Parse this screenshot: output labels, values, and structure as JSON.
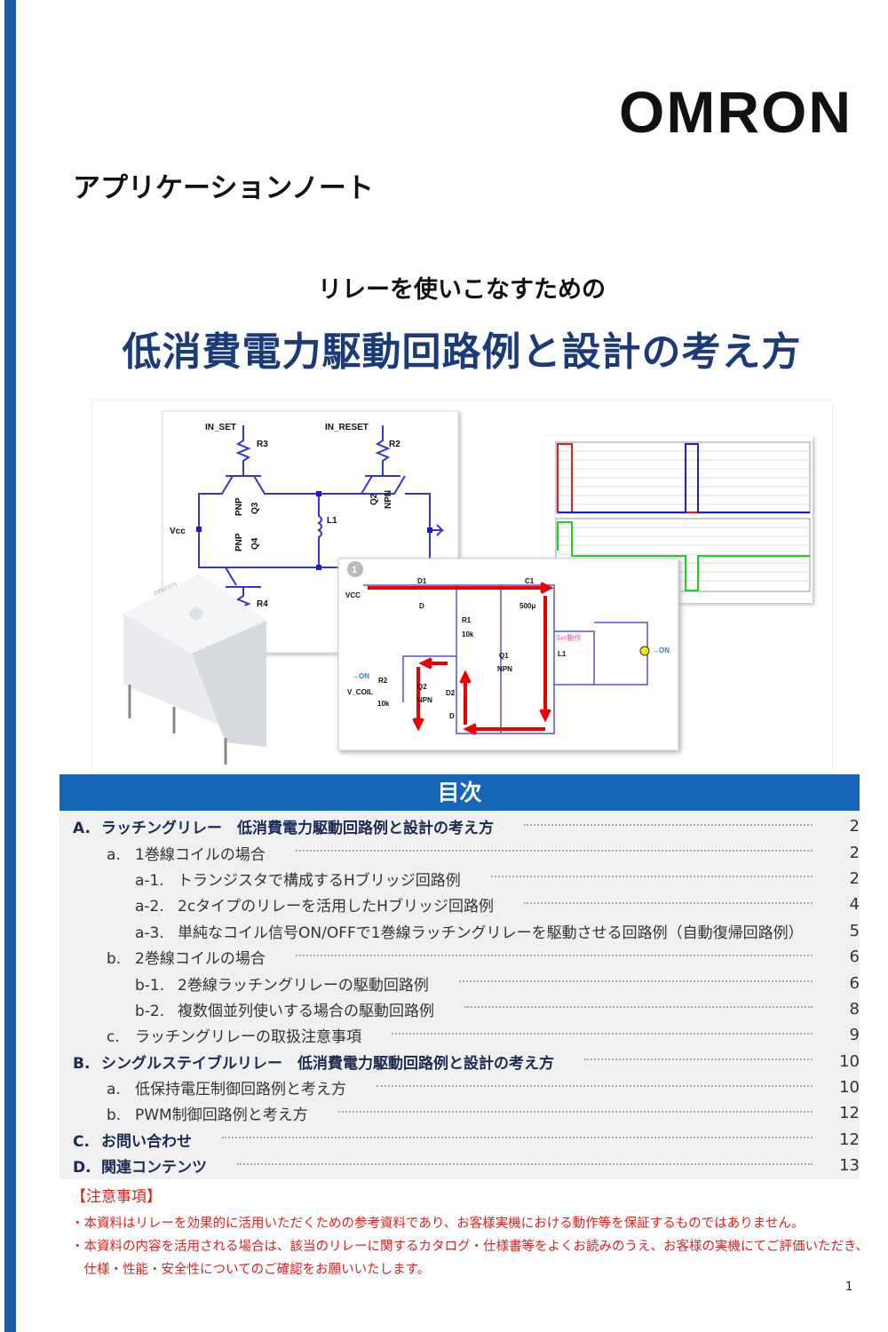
{
  "brand": {
    "logo": "OMRON",
    "accent": "#1b5cab",
    "title_color": "#1a3a78"
  },
  "header": {
    "doc_type": "アプリケーションノート",
    "subtitle": "リレーを使いこなすための",
    "title": "低消費電力駆動回路例と設計の考え方"
  },
  "figure": {
    "schematic1": {
      "in_set": "IN_SET",
      "in_reset": "IN_RESET",
      "r3": "R3",
      "r2": "R2",
      "r4": "R4",
      "l1": "L1",
      "vcc": "Vcc",
      "q3": "Q3",
      "q3t": "PNP",
      "q4": "Q4",
      "q4t": "PNP",
      "q2": "Q2",
      "q2t": "NPN"
    },
    "schematic2": {
      "step": "1",
      "vcc": "VCC",
      "d1": "D1",
      "d1t": "D",
      "c1": "C1",
      "c1v": "500μ",
      "r1": "R1",
      "r1v": "10k",
      "q1": "Q1",
      "q1t": "NPN",
      "l1": "L1",
      "set": "Set動作",
      "on1": "→ON",
      "on2": "→ON",
      "r2": "R2",
      "r2v": "10k",
      "vcoil": "V_COIL",
      "q2": "Q2",
      "q2t": "NPN",
      "d2": "D2",
      "d2t": "D"
    },
    "relay_brand": "omron"
  },
  "toc": {
    "heading": "目次",
    "items": [
      {
        "mark": "A.",
        "label": "ラッチングリレー　低消費電力駆動回路例と設計の考え方",
        "page": "2",
        "level": 0
      },
      {
        "mark": "a.",
        "label": "1巻線コイルの場合",
        "page": "2",
        "level": 1
      },
      {
        "mark": "a-1.",
        "label": "トランジスタで構成するHブリッジ回路例",
        "page": "2",
        "level": 2
      },
      {
        "mark": "a-2.",
        "label": "2cタイプのリレーを活用したHブリッジ回路例",
        "page": "4",
        "level": 2
      },
      {
        "mark": "a-3.",
        "label": "単純なコイル信号ON/OFFで1巻線ラッチングリレーを駆動させる回路例（自動復帰回路例）",
        "page": "5",
        "level": 2
      },
      {
        "mark": "b.",
        "label": "2巻線コイルの場合",
        "page": "6",
        "level": 1
      },
      {
        "mark": "b-1.",
        "label": "2巻線ラッチングリレーの駆動回路例",
        "page": "6",
        "level": 2
      },
      {
        "mark": "b-2.",
        "label": "複数個並列使いする場合の駆動回路例",
        "page": "8",
        "level": 2
      },
      {
        "mark": "c.",
        "label": "ラッチングリレーの取扱注意事項",
        "page": "9",
        "level": 1
      },
      {
        "mark": "B.",
        "label": "シングルステイブルリレー　低消費電力駆動回路例と設計の考え方",
        "page": "10",
        "level": 0
      },
      {
        "mark": "a.",
        "label": "低保持電圧制御回路例と考え方",
        "page": "10",
        "level": 1
      },
      {
        "mark": "b.",
        "label": "PWM制御回路例と考え方",
        "page": "12",
        "level": 1
      },
      {
        "mark": "C.",
        "label": "お問い合わせ",
        "page": "12",
        "level": 0
      },
      {
        "mark": "D.",
        "label": "関連コンテンツ",
        "page": "13",
        "level": 0
      }
    ]
  },
  "notes": {
    "heading": "【注意事項】",
    "lines": [
      "・本資料はリレーを効果的に活用いただくための参考資料であり、お客様実機における動作等を保証するものではありません。",
      "・本資料の内容を活用される場合は、該当のリレーに関するカタログ・仕様書等をよくお読みのうえ、お客様の実機にてご評価いただき、",
      "　仕様・性能・安全性についてのご確認をお願いいたします。"
    ]
  },
  "page_number": "1"
}
